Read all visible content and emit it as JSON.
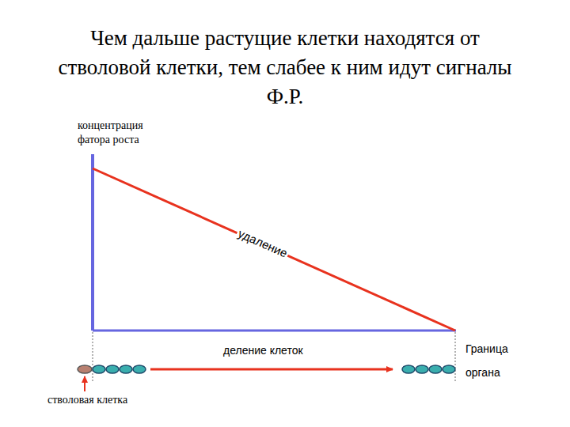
{
  "diagram": {
    "title": "Чем дальше растущие клетки находятся от стволовой клетки, тем слабее к ним идут сигналы Ф.Р.",
    "labels": [
      "концентрация фатора роста",
      "удаление",
      "деление клеток",
      "Граница органа",
      "стволовая клетка"
    ]
  }
}
